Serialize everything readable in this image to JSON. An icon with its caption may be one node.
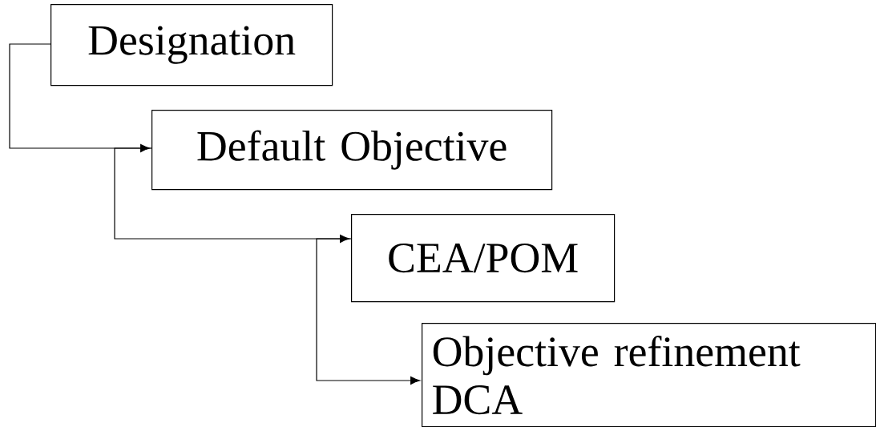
{
  "diagram": {
    "nodes": [
      {
        "text": [
          "Designation"
        ]
      },
      {
        "text": [
          "Default Objective"
        ]
      },
      {
        "text": [
          "CEA/POM"
        ]
      },
      {
        "text": [
          "Objective refinement",
          "DCA"
        ]
      }
    ],
    "edges": [
      {
        "from": 0,
        "to": 1,
        "arrow": "to"
      },
      {
        "from": 1,
        "to": 2,
        "arrow": "to"
      },
      {
        "from": 2,
        "to": 3,
        "arrow": "to"
      }
    ]
  }
}
